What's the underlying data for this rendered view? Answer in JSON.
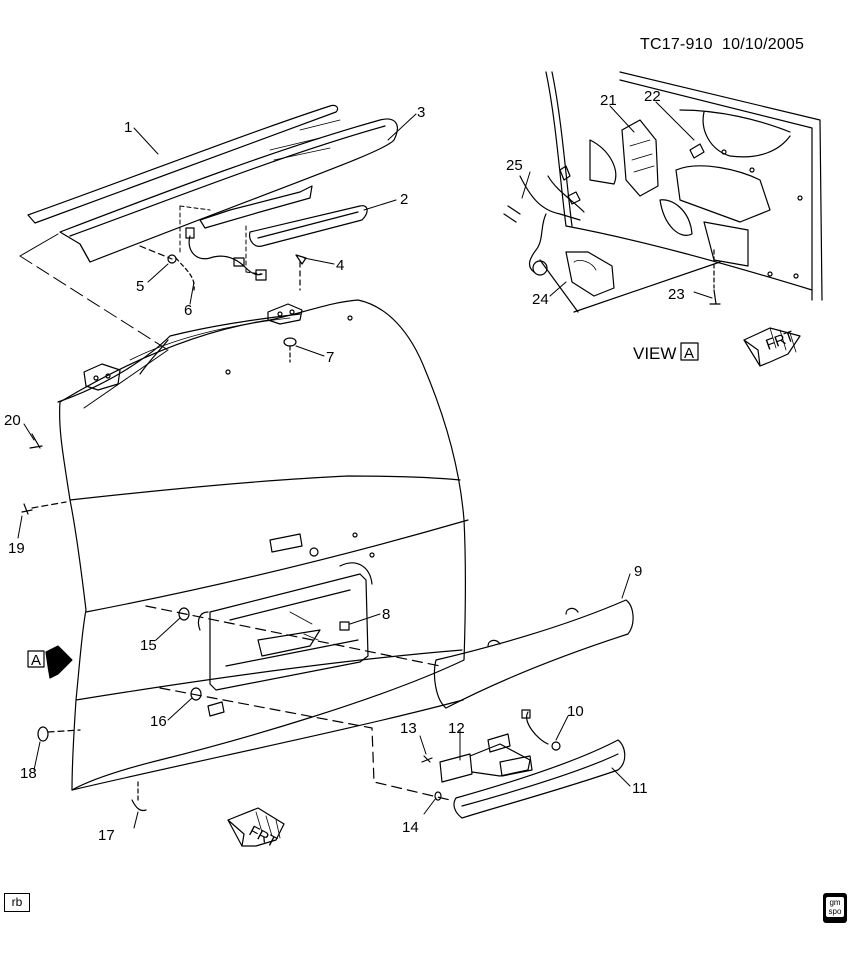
{
  "header": {
    "code": "TC17-910",
    "date": "10/10/2005"
  },
  "view_label": "VIEW",
  "view_letter": "A",
  "arrow_letter": "A",
  "front_label": "FRT",
  "callouts": [
    "1",
    "2",
    "3",
    "4",
    "5",
    "6",
    "7",
    "8",
    "9",
    "10",
    "11",
    "12",
    "13",
    "14",
    "15",
    "16",
    "17",
    "18",
    "19",
    "20",
    "21",
    "22",
    "23",
    "24",
    "25"
  ],
  "footer": {
    "left_badge": "rb",
    "right_logo_top": "gm",
    "right_logo_bottom": "spo"
  }
}
